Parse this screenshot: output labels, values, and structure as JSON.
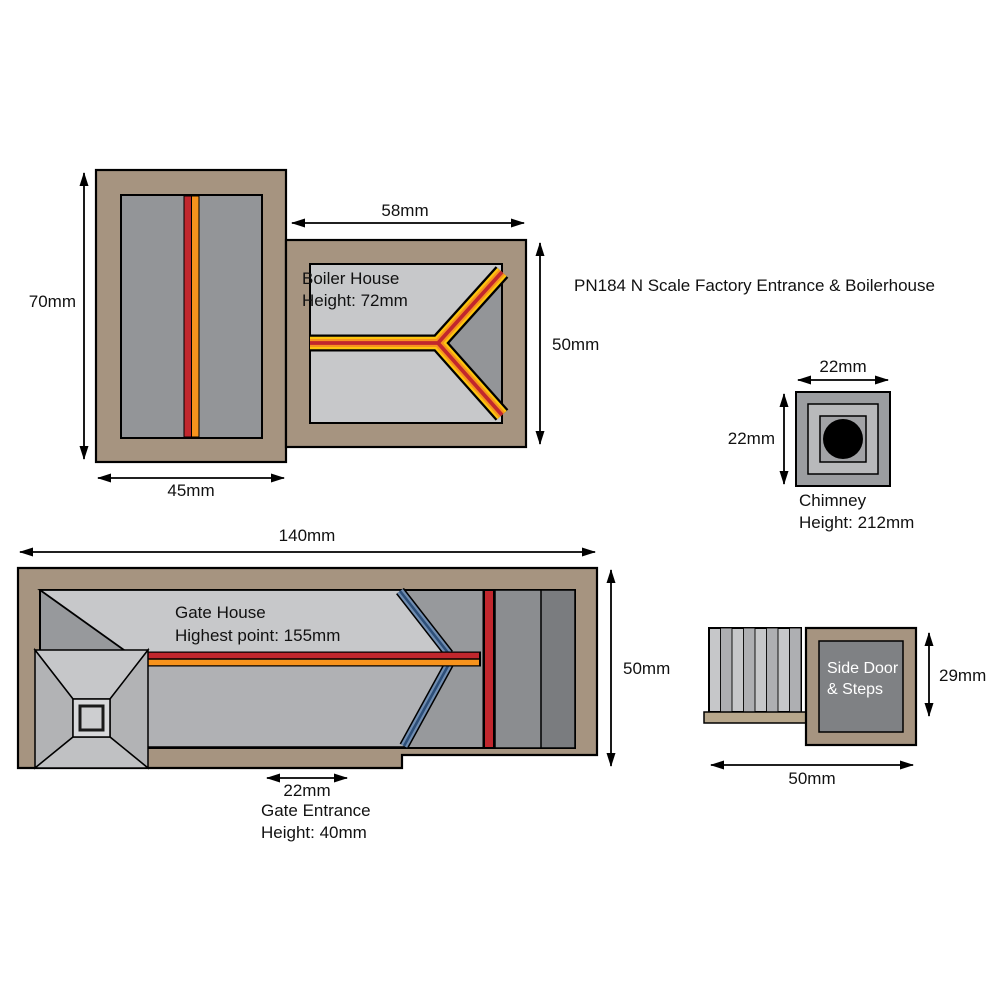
{
  "title": "PN184 N Scale Factory Entrance & Boilerhouse",
  "factory_entrance": {
    "dim_height_left": "70mm",
    "dim_width_bottom": "45mm"
  },
  "boiler_house": {
    "label": "Boiler House",
    "height_label": "Height: 72mm",
    "dim_width_top": "58mm",
    "dim_height_right": "50mm"
  },
  "chimney": {
    "label": "Chimney",
    "height_label": "Height: 212mm",
    "dim_width_top": "22mm",
    "dim_height_left": "22mm"
  },
  "gate_house": {
    "label": "Gate House",
    "height_label": "Highest point: 155mm",
    "dim_width_top": "140mm",
    "dim_height_right": "50mm"
  },
  "gate_entrance": {
    "dim_width": "22mm",
    "label": "Gate Entrance",
    "height_label": "Height: 40mm"
  },
  "side_door": {
    "label_line1": "Side Door",
    "label_line2": "& Steps",
    "dim_height_right": "29mm",
    "dim_width_bottom": "50mm"
  },
  "colors": {
    "tan_card": "#a69480",
    "gray_mid": "#97999c",
    "gray_light": "#c7c8ca",
    "gray_dark_door": "#7f8184",
    "ridge_red": "#c1272d",
    "ridge_orange": "#f7931d",
    "ridge_yellow": "#fcc40f",
    "valley_blue_light": "#6f8cb0",
    "valley_blue_dark": "#2d4f79",
    "chimney_hole": "#000000"
  }
}
